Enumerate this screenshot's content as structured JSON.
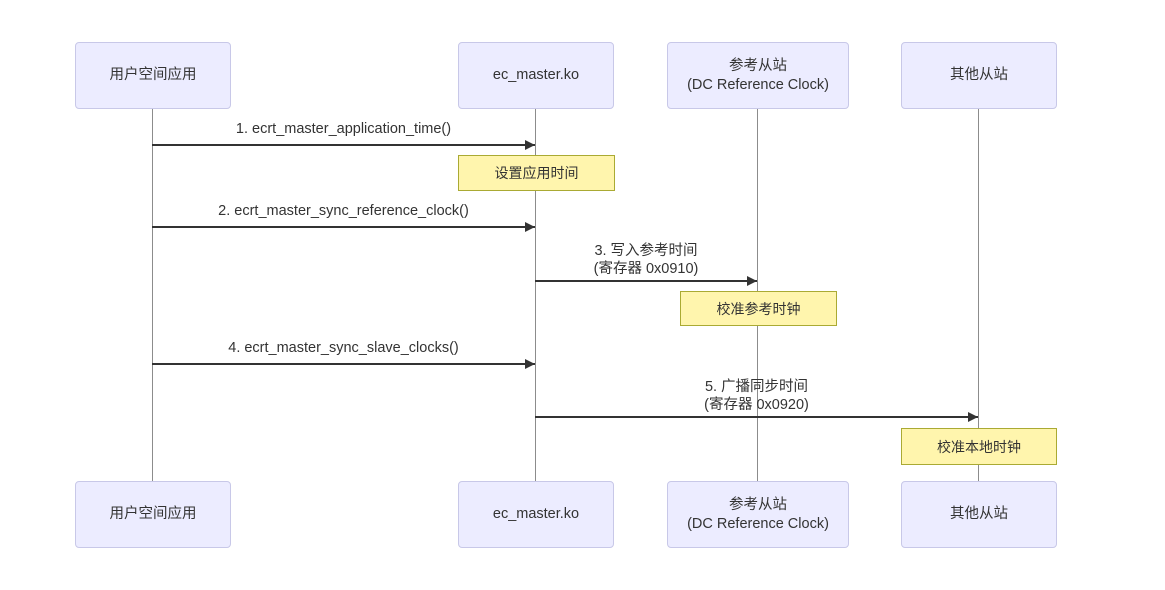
{
  "diagram": {
    "type": "sequence-diagram",
    "topic": "EtherCAT DC clock synchronization",
    "colors": {
      "actor_fill": "#ECECFF",
      "actor_border": "#C8C8E8",
      "note_fill": "#FFF5AD",
      "note_border": "#AAAA33",
      "message_line": "#333333",
      "lifeline": "#8C8C8C",
      "text": "#333333",
      "background": "#FFFFFF"
    },
    "actors": [
      {
        "id": "user-app",
        "lines": [
          "用户空间应用"
        ]
      },
      {
        "id": "ec-master",
        "lines": [
          "ec_master.ko"
        ]
      },
      {
        "id": "ref-slave",
        "lines": [
          "参考从站",
          "(DC Reference Clock)"
        ]
      },
      {
        "id": "other-slaves",
        "lines": [
          "其他从站"
        ]
      }
    ],
    "messages": [
      {
        "seq": "1",
        "from": "用户空间应用",
        "to": "ec_master.ko",
        "lines": [
          "1. ecrt_master_application_time()"
        ]
      },
      {
        "seq": "2",
        "from": "用户空间应用",
        "to": "ec_master.ko",
        "lines": [
          "2. ecrt_master_sync_reference_clock()"
        ]
      },
      {
        "seq": "3",
        "from": "ec_master.ko",
        "to": "参考从站 (DC Reference Clock)",
        "lines": [
          "3. 写入参考时间",
          "(寄存器 0x0910)"
        ]
      },
      {
        "seq": "4",
        "from": "用户空间应用",
        "to": "ec_master.ko",
        "lines": [
          "4. ecrt_master_sync_slave_clocks()"
        ]
      },
      {
        "seq": "5",
        "from": "ec_master.ko",
        "to": "其他从站",
        "lines": [
          "5. 广播同步时间",
          "(寄存器 0x0920)"
        ]
      }
    ],
    "notes": [
      {
        "over": "ec_master.ko",
        "text": "设置应用时间"
      },
      {
        "over": "参考从站 (DC Reference Clock)",
        "text": "校准参考时钟"
      },
      {
        "over": "其他从站",
        "text": "校准本地时钟"
      }
    ]
  }
}
